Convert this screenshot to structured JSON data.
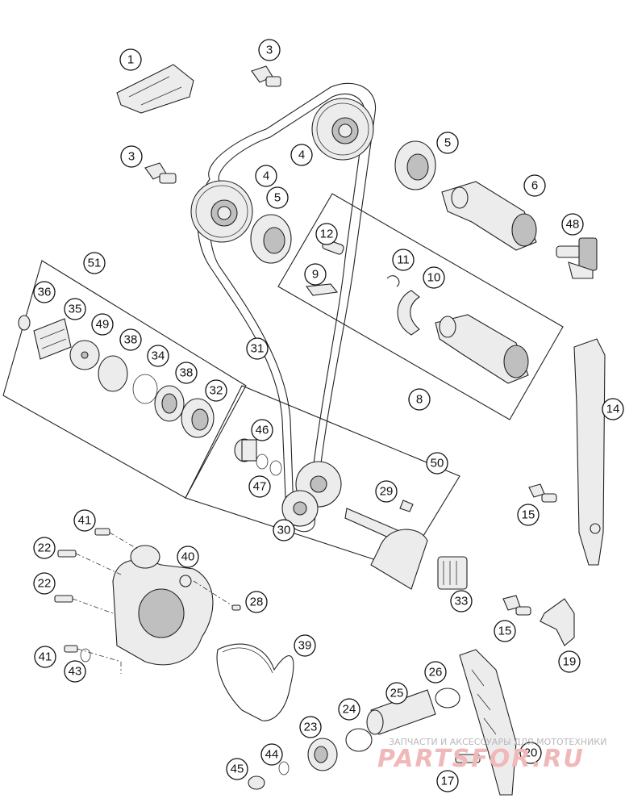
{
  "callouts": [
    "1",
    "3",
    "3",
    "4",
    "4",
    "5",
    "5",
    "6",
    "48",
    "12",
    "9",
    "11",
    "10",
    "8",
    "51",
    "36",
    "35",
    "49",
    "38",
    "34",
    "38",
    "32",
    "31",
    "46",
    "47",
    "30",
    "29",
    "50",
    "14",
    "15",
    "15",
    "19",
    "41",
    "22",
    "22",
    "41",
    "43",
    "40",
    "28",
    "39",
    "33",
    "26",
    "25",
    "24",
    "23",
    "44",
    "45",
    "20",
    "17"
  ],
  "watermark": {
    "line1": "ЗАПЧАСТИ И АКСЕССУАРЫ ДЛЯ МОТОТЕХНИКИ",
    "line2": "PARTSFOR.RU"
  },
  "colors": {
    "ink": "#222222",
    "watermark": "#e05555"
  }
}
